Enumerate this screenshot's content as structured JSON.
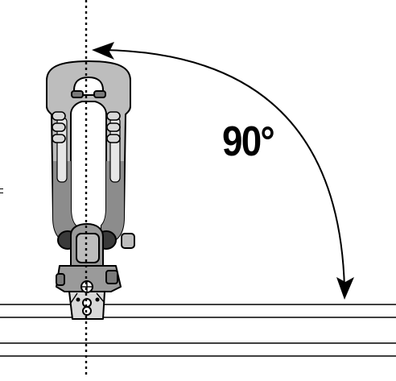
{
  "figure": {
    "angle_label": "90°"
  },
  "colors": {
    "line": "#000000",
    "arm_fill": "#bdbdbd",
    "arm_dark": "#7a7a7a",
    "arm_highlight": "#e6e6e6",
    "base_fill": "#9a9a9a",
    "background": "#ffffff"
  },
  "components": {
    "u_arm": "u-shaped-arm",
    "pivot": "pivot-hub",
    "base": "mount-base",
    "rails": "horizontal-rails",
    "axis": "vertical-centerline",
    "arc": "rotation-arc"
  }
}
